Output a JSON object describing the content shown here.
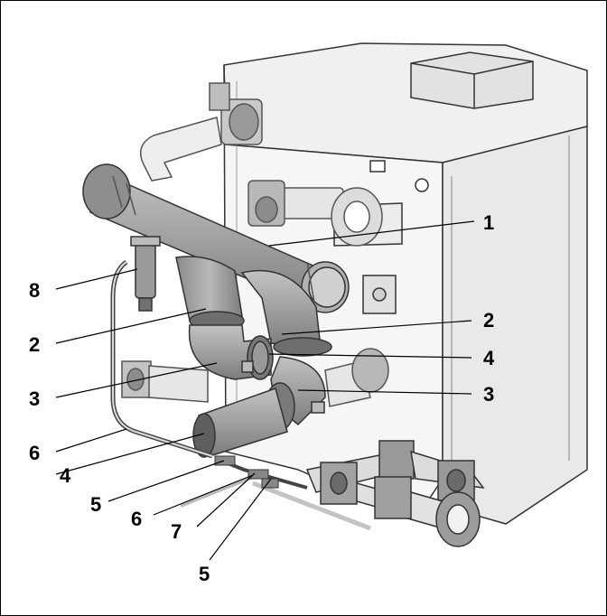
{
  "figure": {
    "callouts": [
      "1",
      "2",
      "2",
      "3",
      "3",
      "4",
      "4",
      "5",
      "5",
      "6",
      "6",
      "7",
      "8"
    ]
  },
  "colors": {
    "pipe": "#a3a3a3",
    "pipe_dark": "#7a7a7a",
    "boiler_body": "#f4f4f4",
    "outline": "#333333",
    "background": "#ffffff"
  }
}
